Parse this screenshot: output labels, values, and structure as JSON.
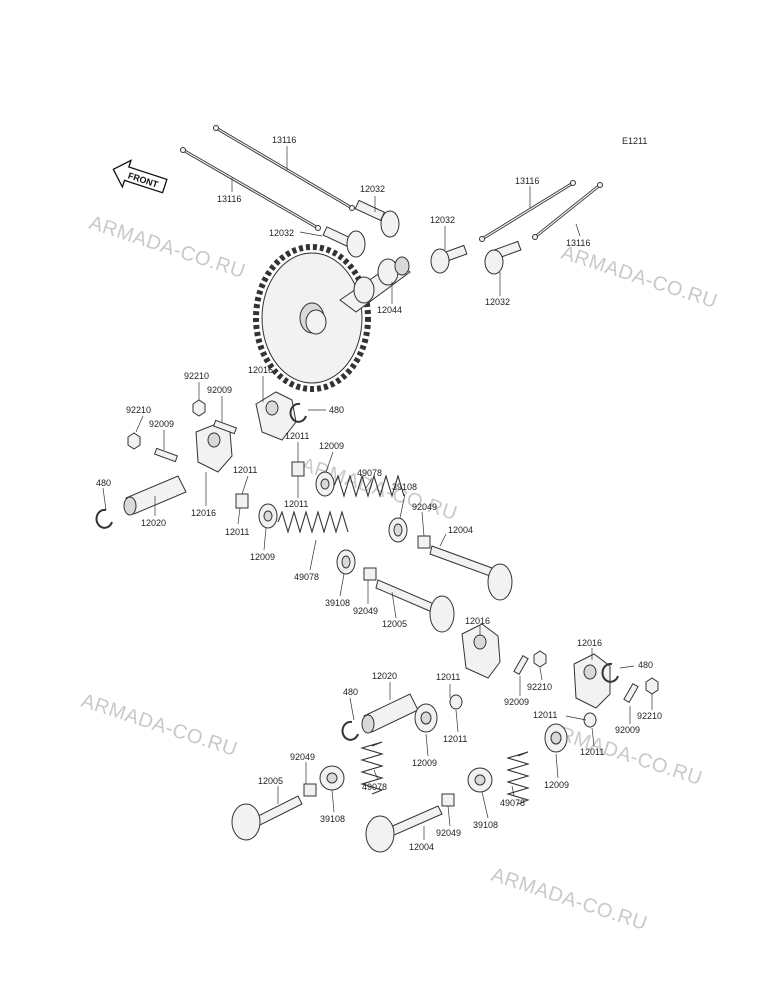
{
  "diagram_code": "E1211",
  "front_label": "FRONT",
  "watermark_text": "ARMADA-CO.RU",
  "colors": {
    "line": "#333333",
    "part_fill": "#f2f2f2",
    "watermark": "#c9c9c9"
  },
  "labels": {
    "l13116_a": "13116",
    "l13116_b": "13116",
    "l13116_c": "13116",
    "l13116_d": "13116",
    "l12032_a": "12032",
    "l12032_b": "12032",
    "l12032_c": "12032",
    "l12032_d": "12032",
    "l12044": "12044",
    "l12016_a": "12016",
    "l12016_b": "12016",
    "l12016_c": "12016",
    "l12016_d": "12016",
    "l92210_a": "92210",
    "l92210_b": "92210",
    "l92210_c": "92210",
    "l92210_d": "92210",
    "l92009_a": "92009",
    "l92009_b": "92009",
    "l92009_c": "92009",
    "l92009_d": "92009",
    "l480_a": "480",
    "l480_b": "480",
    "l480_c": "480",
    "l480_d": "480",
    "l12020_a": "12020",
    "l12020_b": "12020",
    "l12011_a": "12011",
    "l12011_b": "12011",
    "l12011_c": "12011",
    "l12011_d": "12011",
    "l12011_e": "12011",
    "l12011_f": "12011",
    "l12009_a": "12009",
    "l12009_b": "12009",
    "l12009_c": "12009",
    "l12009_d": "12009",
    "l49078_a": "49078",
    "l49078_b": "49078",
    "l49078_c": "49078",
    "l49078_d": "49078",
    "l39108_a": "39108",
    "l39108_b": "39108",
    "l39108_c": "39108",
    "l39108_d": "39108",
    "l92049_a": "92049",
    "l92049_b": "92049",
    "l92049_c": "92049",
    "l92049_d": "92049",
    "l12004_a": "12004",
    "l12004_b": "12004",
    "l12005_a": "12005",
    "l12005_b": "12005"
  }
}
